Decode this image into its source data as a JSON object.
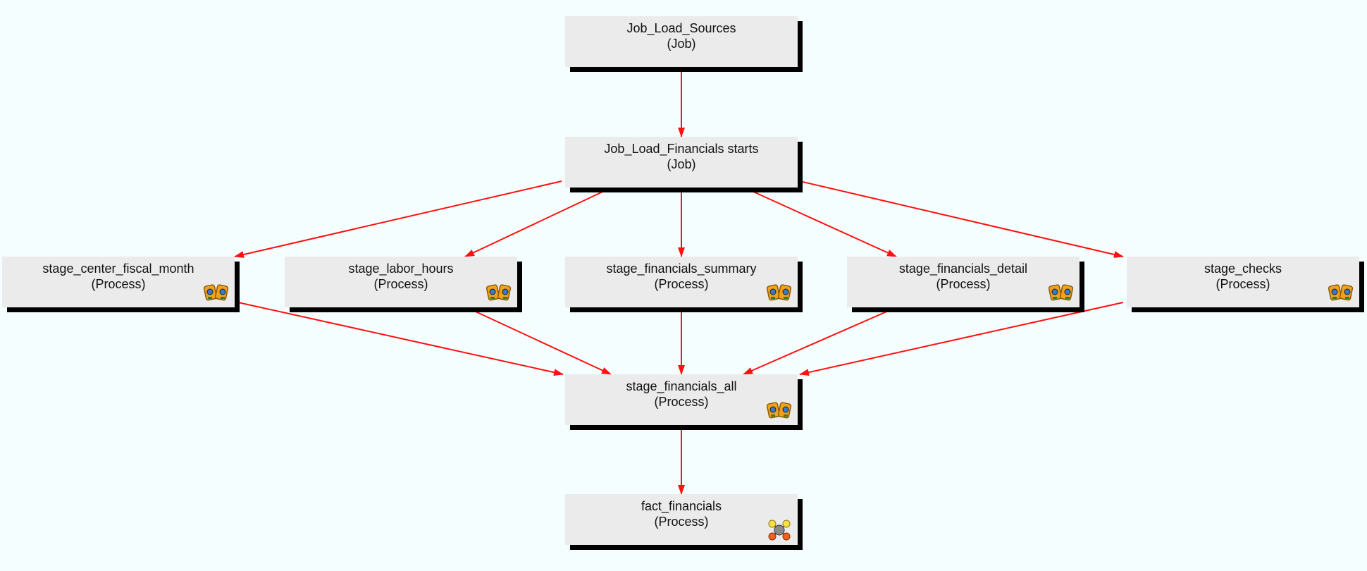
{
  "diagram": {
    "nodes": [
      {
        "id": "job_load_sources",
        "title": "Job_Load_Sources",
        "kind": "(Job)",
        "icon": "none"
      },
      {
        "id": "job_load_financials",
        "title": "Job_Load_Financials starts",
        "kind": "(Job)",
        "icon": "none"
      },
      {
        "id": "stage_center_fiscal_month",
        "title": "stage_center_fiscal_month",
        "kind": "(Process)",
        "icon": "process-icon"
      },
      {
        "id": "stage_labor_hours",
        "title": "stage_labor_hours",
        "kind": "(Process)",
        "icon": "process-icon"
      },
      {
        "id": "stage_financials_summary",
        "title": "stage_financials_summary",
        "kind": "(Process)",
        "icon": "process-icon"
      },
      {
        "id": "stage_financials_detail",
        "title": "stage_financials_detail",
        "kind": "(Process)",
        "icon": "process-icon"
      },
      {
        "id": "stage_checks",
        "title": "stage_checks",
        "kind": "(Process)",
        "icon": "process-icon"
      },
      {
        "id": "stage_financials_all",
        "title": "stage_financials_all",
        "kind": "(Process)",
        "icon": "process-icon"
      },
      {
        "id": "fact_financials",
        "title": "fact_financials",
        "kind": "(Process)",
        "icon": "molecule-icon"
      }
    ],
    "edges": [
      {
        "from": "job_load_sources",
        "to": "job_load_financials"
      },
      {
        "from": "job_load_financials",
        "to": "stage_center_fiscal_month"
      },
      {
        "from": "job_load_financials",
        "to": "stage_labor_hours"
      },
      {
        "from": "job_load_financials",
        "to": "stage_financials_summary"
      },
      {
        "from": "job_load_financials",
        "to": "stage_financials_detail"
      },
      {
        "from": "job_load_financials",
        "to": "stage_checks"
      },
      {
        "from": "stage_center_fiscal_month",
        "to": "stage_financials_all"
      },
      {
        "from": "stage_labor_hours",
        "to": "stage_financials_all"
      },
      {
        "from": "stage_financials_summary",
        "to": "stage_financials_all"
      },
      {
        "from": "stage_financials_detail",
        "to": "stage_financials_all"
      },
      {
        "from": "stage_checks",
        "to": "stage_financials_all"
      },
      {
        "from": "stage_financials_all",
        "to": "fact_financials"
      }
    ],
    "colors": {
      "edge": "#ff1111",
      "node_fill": "#ebebeb",
      "node_shadow": "#000000",
      "background": "#f4fefe"
    }
  }
}
